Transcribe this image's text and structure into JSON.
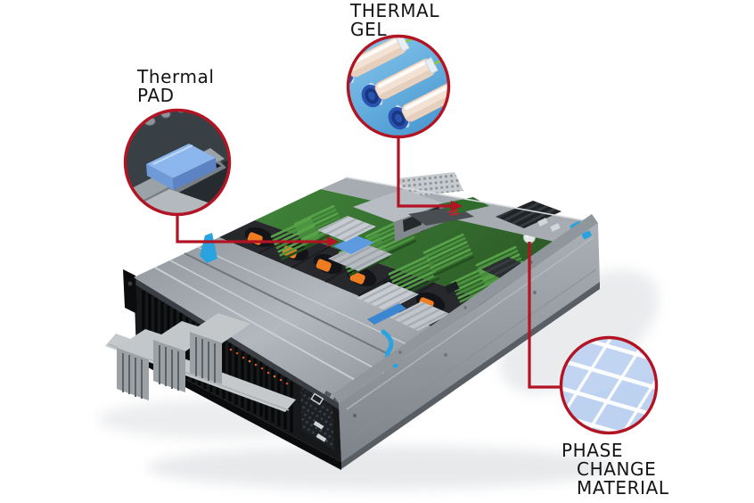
{
  "scene": {
    "name": "server-thermal-interface-materials-diagram"
  },
  "callouts": [
    {
      "id": "thermal-gel",
      "label_lines": [
        "THERMAL",
        "GEL"
      ],
      "inset_image": "thermal-gel-syringes"
    },
    {
      "id": "thermal-pad",
      "label_lines": [
        "Thermal",
        "PAD"
      ],
      "inset_image": "blue-thermal-pad-on-processor"
    },
    {
      "id": "phase-change-material",
      "label_lines": [
        "PHASE",
        "CHANGE",
        "MATERIAL"
      ],
      "inset_image": "phase-change-material-grid-sheet"
    }
  ],
  "colors": {
    "background": "#ffffff",
    "label_text": "#141414",
    "annotation_red": "#b31423",
    "clip_orange": "#ee7d22",
    "board_green": "#3c7a33",
    "chassis_gray": "#9aa1a7",
    "panel_black": "#17181a",
    "accent_blue": "#2aa2e0",
    "pad_blue": "#8cb6ee",
    "gel_background": "#6ab5e4",
    "gel_tube": "#f3e2d4",
    "gel_cap": "#2a52b0",
    "phase_background": "#bdd1f1",
    "phase_grid": "#ffffff"
  }
}
